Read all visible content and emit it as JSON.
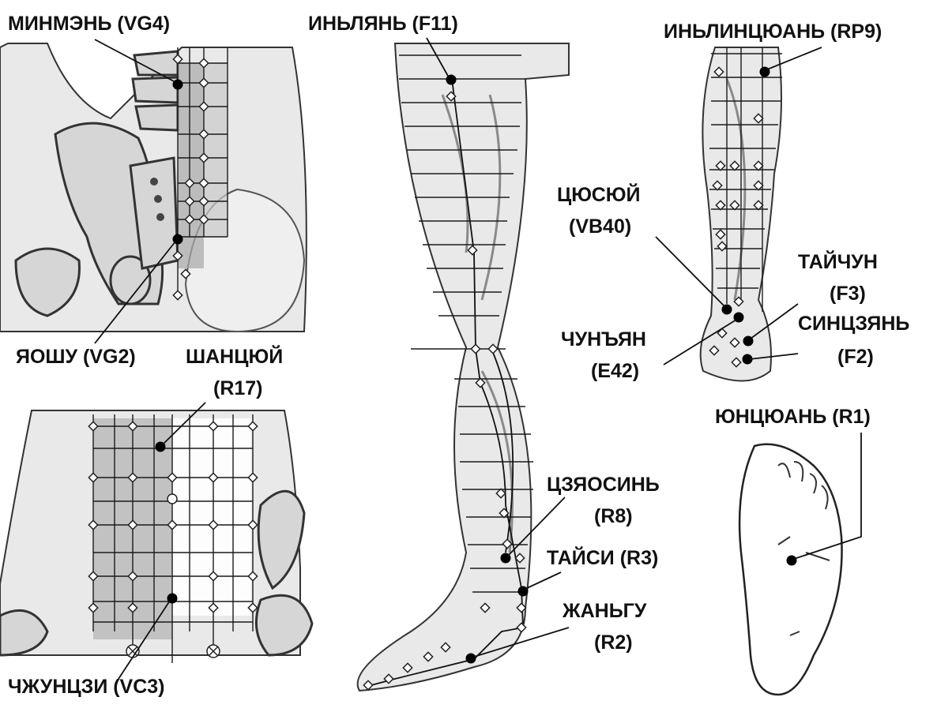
{
  "points": {
    "vg4": "МИНМЭНЬ (VG4)",
    "f11": "ИНЬЛЯНЬ (F11)",
    "rp9": "ИНЬЛИНЦЮАНЬ (RP9)",
    "vg2": "ЯОШУ (VG2)",
    "r17_name": "ШАНЦЮЙ",
    "r17_code": "(R17)",
    "vb40_name": "ЦЮСЮЙ",
    "vb40_code": "(VB40)",
    "f3_name": "ТАЙЧУН",
    "f3_code": "(F3)",
    "e42_name": "ЧУНЪЯН",
    "e42_code": "(E42)",
    "f2_name": "СИНЦЗЯНЬ",
    "f2_code": "(F2)",
    "r1": "ЮНЦЮАНЬ (R1)",
    "r8_name": "ЦЗЯОСИНЬ",
    "r8_code": "(R8)",
    "r3": "ТАЙСИ (R3)",
    "r2_name": "ЖАНЬГУ",
    "r2_code": "(R2)",
    "vc3": "ЧЖУНЦЗИ (VC3)"
  },
  "colors": {
    "ink": "#111111",
    "skin": "#e9e9e9",
    "bone": "#d6d6d6",
    "key_point": "#000000",
    "open_point": "#ffffff"
  }
}
